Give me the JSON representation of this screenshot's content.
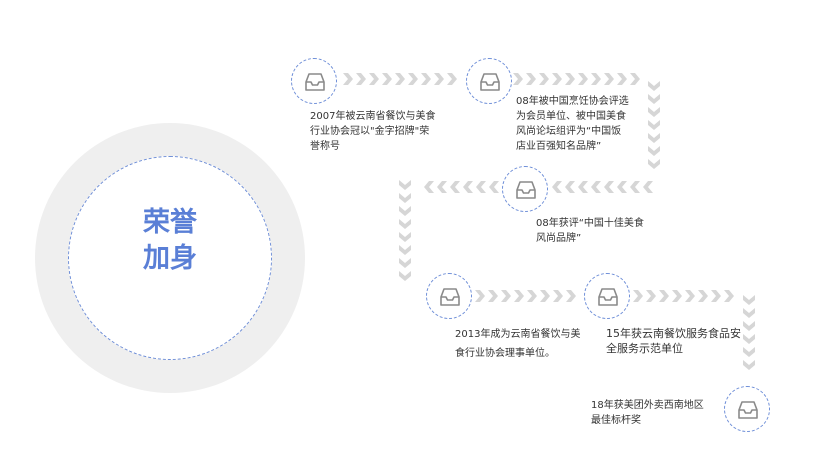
{
  "title": {
    "line1": "荣誉",
    "line2": "加身"
  },
  "colors": {
    "accent": "#5a7fd6",
    "node_border": "#6f8fd8",
    "path": "#d6d6d6",
    "ring": "#efefef"
  },
  "milestones": [
    {
      "icon": "inbox-icon",
      "lines": [
        "2007年被云南省餐饮与美食",
        "行业协会冠以\"金字招牌\"荣",
        "誉称号"
      ]
    },
    {
      "icon": "inbox-icon",
      "lines": [
        "08年被中国烹饪协会评选",
        "为会员单位、被中国美食",
        "风尚论坛组评为“中国饭",
        "店业百强知名品牌”"
      ]
    },
    {
      "icon": "inbox-icon",
      "lines": [
        "08年获评“中国十佳美食",
        "风尚品牌”"
      ]
    },
    {
      "icon": "inbox-icon",
      "lines": [
        "2013年成为云南省餐饮与美",
        "食行业协会理事单位。"
      ]
    },
    {
      "icon": "inbox-icon",
      "lines": [
        "15年获云南餐饮服务食品安",
        "全服务示范单位"
      ]
    },
    {
      "icon": "inbox-icon",
      "lines": [
        "18年获美团外卖西南地区",
        "最佳标杆奖"
      ]
    }
  ]
}
